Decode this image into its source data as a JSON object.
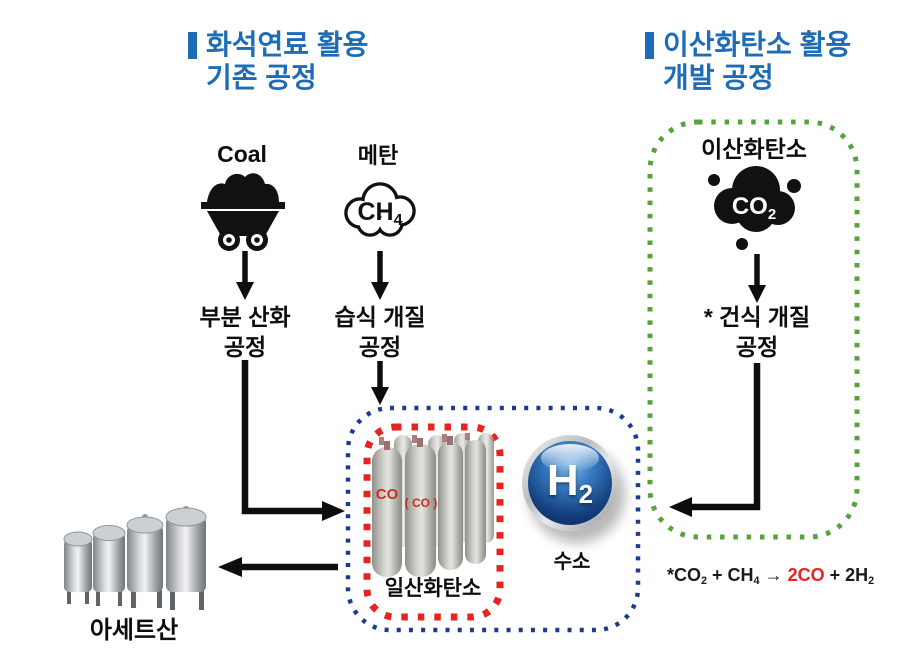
{
  "colors": {
    "title_blue": "#1e6cb5",
    "green_border": "#55a33c",
    "blue_border": "#1e3a8f",
    "red_border": "#e6231f",
    "highlight_red": "#e8221f"
  },
  "headers": {
    "fossil": {
      "line1": "화석연료 활용",
      "line2": "기존 공정"
    },
    "co2": {
      "line1": "이산화탄소 활용",
      "line2": "개발 공정"
    }
  },
  "sources": {
    "coal": {
      "label": "Coal"
    },
    "methane": {
      "label": "메탄",
      "formula_main": "CH",
      "formula_sub": "4"
    },
    "carbon_dioxide": {
      "label": "이산화탄소",
      "formula_main": "CO",
      "formula_sub": "2"
    }
  },
  "processes": {
    "partial_oxidation": {
      "line1": "부분 산화",
      "line2": "공정"
    },
    "wet_reforming": {
      "line1": "습식 개질",
      "line2": "공정"
    },
    "dry_reforming": {
      "line1": "* 건식 개질",
      "line2": "공정"
    }
  },
  "products": {
    "carbon_monoxide": {
      "label": "일산화탄소",
      "cylinder_text_1": "CO",
      "cylinder_text_2": "( CO )"
    },
    "hydrogen": {
      "label": "수소",
      "formula_main": "H",
      "formula_sub": "2"
    }
  },
  "outputs": {
    "acetic_acid": {
      "label": "아세트산"
    }
  },
  "reaction": {
    "seg1": "*CO",
    "sub1": "2",
    "seg2": " + CH",
    "sub2": "4",
    "arrow": " → ",
    "highlight": "2CO",
    "seg3": " + 2H",
    "sub3": "2"
  }
}
